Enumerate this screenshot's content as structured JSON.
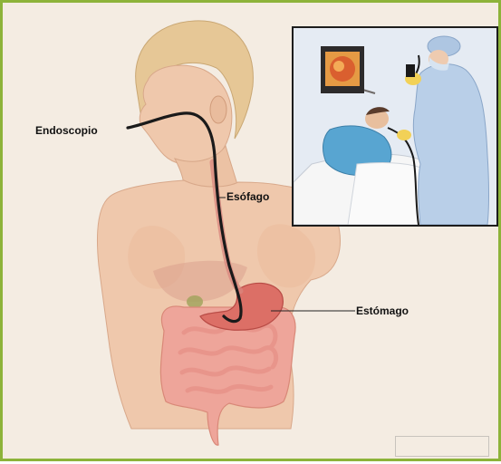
{
  "labels": {
    "endoscope": "Endoscopio",
    "esophagus": "Esófago",
    "stomach": "Estómago"
  },
  "colors": {
    "frame_border": "#8db33a",
    "background": "#f4ece2",
    "skin": "#efc8ac",
    "intestine": "#eea59a",
    "stomach": "#dc6f66",
    "endoscope_tube": "#1a1a1a"
  }
}
